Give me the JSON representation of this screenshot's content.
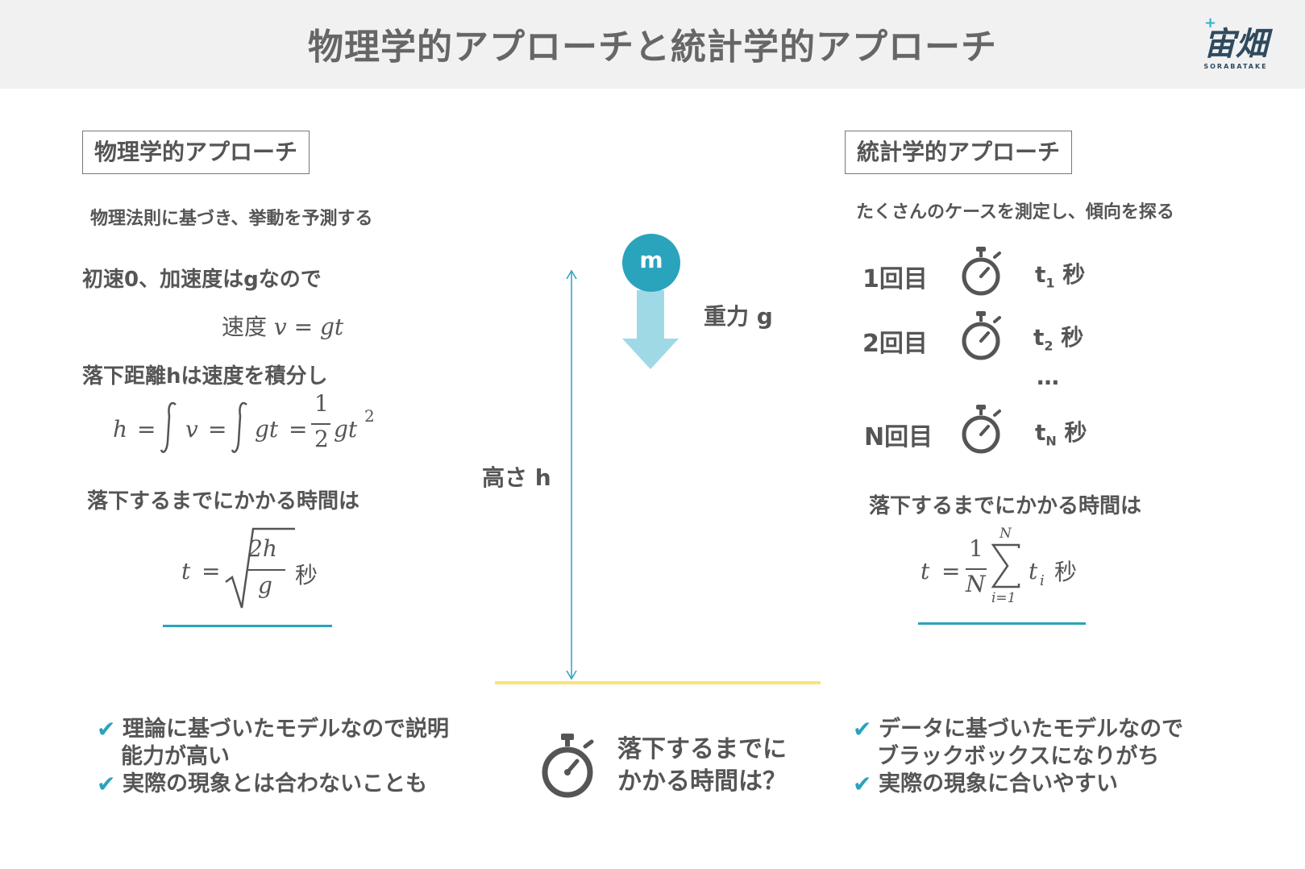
{
  "header": {
    "title": "物理学的アプローチと統計学的アプローチ",
    "logo_main": "宙畑",
    "logo_sub": "SORABATAKE"
  },
  "left": {
    "heading": "物理学的アプローチ",
    "description": "物理法則に基づき、挙動を予測する",
    "step1": "初速0、加速度はgなので",
    "velocity_label": "速度",
    "velocity_formula": "v = gt",
    "step2": "落下距離hは速度を積分し",
    "integral": {
      "h": "h",
      "eq": "=",
      "v": "v",
      "gt": "gt",
      "num": "1",
      "den": "2",
      "tail": "gt",
      "exp": "2"
    },
    "time_heading": "落下するまでにかかる時間は",
    "sqrt": {
      "t": "t",
      "eq": "=",
      "num": "2h",
      "den": "g",
      "unit": "秒"
    },
    "bullets": [
      "理論に基づいたモデルなので説明",
      "能力が高い",
      "実際の現象とは合わないことも"
    ]
  },
  "center": {
    "mass_label": "m",
    "gravity_label": "重力 g",
    "height_label": "高さ h",
    "question_line1": "落下するまでに",
    "question_line2": "かかる時間は？",
    "colors": {
      "mass": "#2aa3bd",
      "arrow": "#9fd9e6",
      "ground": "#fbe37a",
      "height_line": "#2aa3bd"
    }
  },
  "right": {
    "heading": "統計学的アプローチ",
    "description": "たくさんのケースを測定し、傾向を探る",
    "trials": [
      {
        "label": "1回目",
        "t": "t",
        "sub": "1",
        "unit": "秒"
      },
      {
        "label": "2回目",
        "t": "t",
        "sub": "2",
        "unit": "秒"
      },
      {
        "label": "N回目",
        "t": "t",
        "sub": "N",
        "unit": "秒"
      }
    ],
    "ellipsis": "…",
    "time_heading": "落下するまでにかかる時間は",
    "mean": {
      "t": "t",
      "eq": "=",
      "num": "1",
      "den": "N",
      "top": "N",
      "bottom": "i=1",
      "ti": "t",
      "isub": "i",
      "unit": "秒"
    },
    "bullets": [
      "データに基づいたモデルなので",
      "ブラックボックスになりがち",
      "実際の現象に合いやすい"
    ]
  },
  "icons": {
    "stopwatch": "stopwatch-icon",
    "check": "check-icon"
  }
}
